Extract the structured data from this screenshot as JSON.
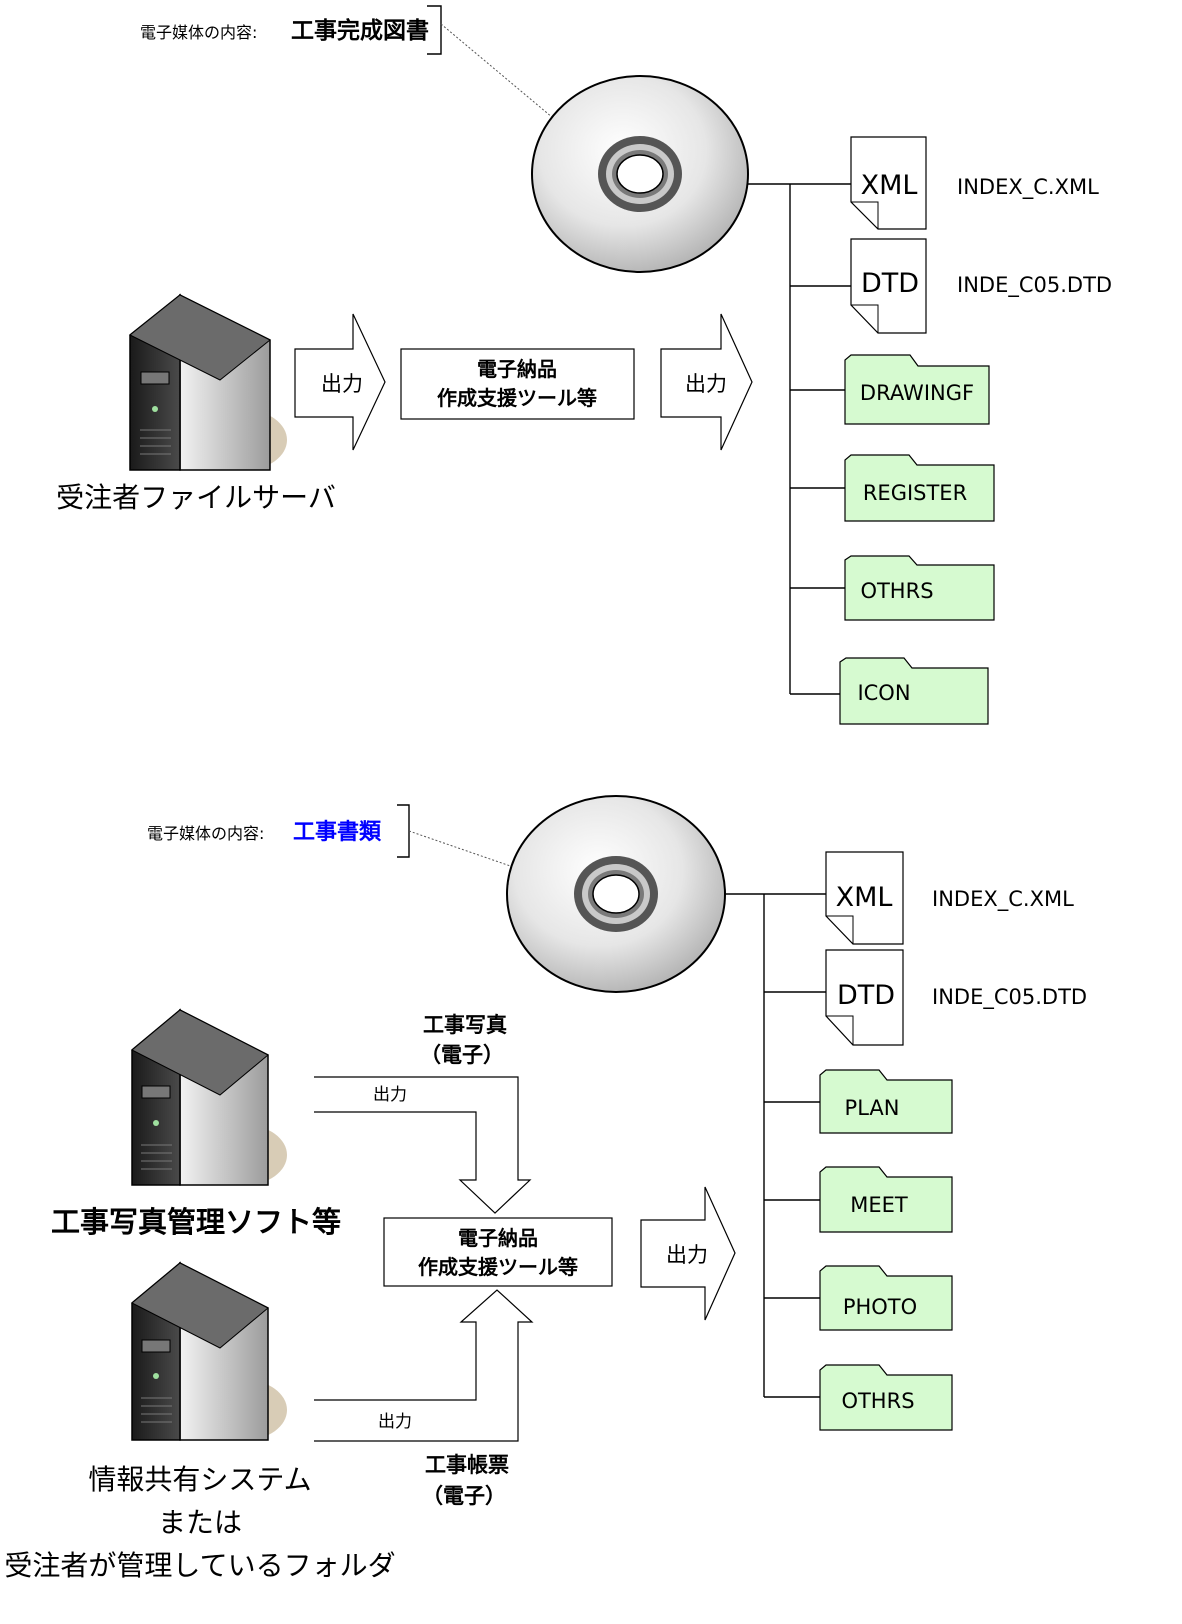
{
  "top": {
    "media_prefix": "電子媒体の内容:",
    "media_title": "工事完成図書",
    "files": [
      {
        "type": "XML",
        "name": "INDEX_C.XML"
      },
      {
        "type": "DTD",
        "name": "INDE_C05.DTD"
      }
    ],
    "folders": [
      "DRAWINGF",
      "REGISTER",
      "OTHRS",
      "ICON"
    ],
    "server_label": "受注者ファイルサーバ",
    "output_label_1": "出力",
    "output_label_2": "出力",
    "tool_line1": "電子納品",
    "tool_line2": "作成支援ツール等"
  },
  "bottom": {
    "media_prefix": "電子媒体の内容:",
    "media_title": "工事書類",
    "media_title_color": "#0000ff",
    "files": [
      {
        "type": "XML",
        "name": "INDEX_C.XML"
      },
      {
        "type": "DTD",
        "name": "INDE_C05.DTD"
      }
    ],
    "folders": [
      "PLAN",
      "MEET",
      "PHOTO",
      "OTHRS"
    ],
    "server1_label": "工事写真管理ソフト等",
    "server2_line1": "情報共有システム",
    "server2_line2": "または",
    "server2_line3": "受注者が管理しているフォルダ",
    "photo_line1": "工事写真",
    "photo_line2": "（電子）",
    "form_line1": "工事帳票",
    "form_line2": "（電子）",
    "output_upper": "出力",
    "output_lower": "出力",
    "output_right": "出力",
    "tool_line1": "電子納品",
    "tool_line2": "作成支援ツール等"
  },
  "colors": {
    "folder_fill": "#d6fad0",
    "accent_blue": "#0000ff"
  }
}
